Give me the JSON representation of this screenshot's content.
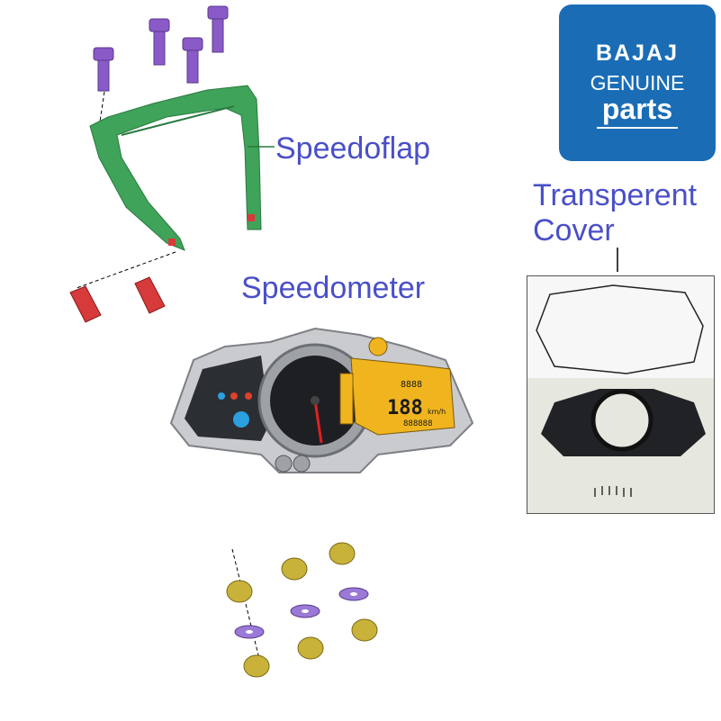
{
  "labels": {
    "speedoflap": "Speedoflap",
    "speedometer": "Speedometer",
    "cover_line1": "Transperent",
    "cover_line2": "Cover"
  },
  "logo": {
    "brand": "BAJAJ",
    "line2": "GENUINE",
    "line3": "parts"
  },
  "speedometer_display": {
    "speed": "188",
    "unit": "km/h",
    "clock": "8888",
    "odo": "888888"
  },
  "colors": {
    "label": "#4a4fc8",
    "logo_bg": "#1a6db5",
    "bracket": "#3fa35a",
    "bolt": "#8a5ac8",
    "brass": "#c9b23a",
    "washer": "#9a7ad6",
    "lcd": "#f0b51e",
    "clip": "#d63a3a"
  }
}
